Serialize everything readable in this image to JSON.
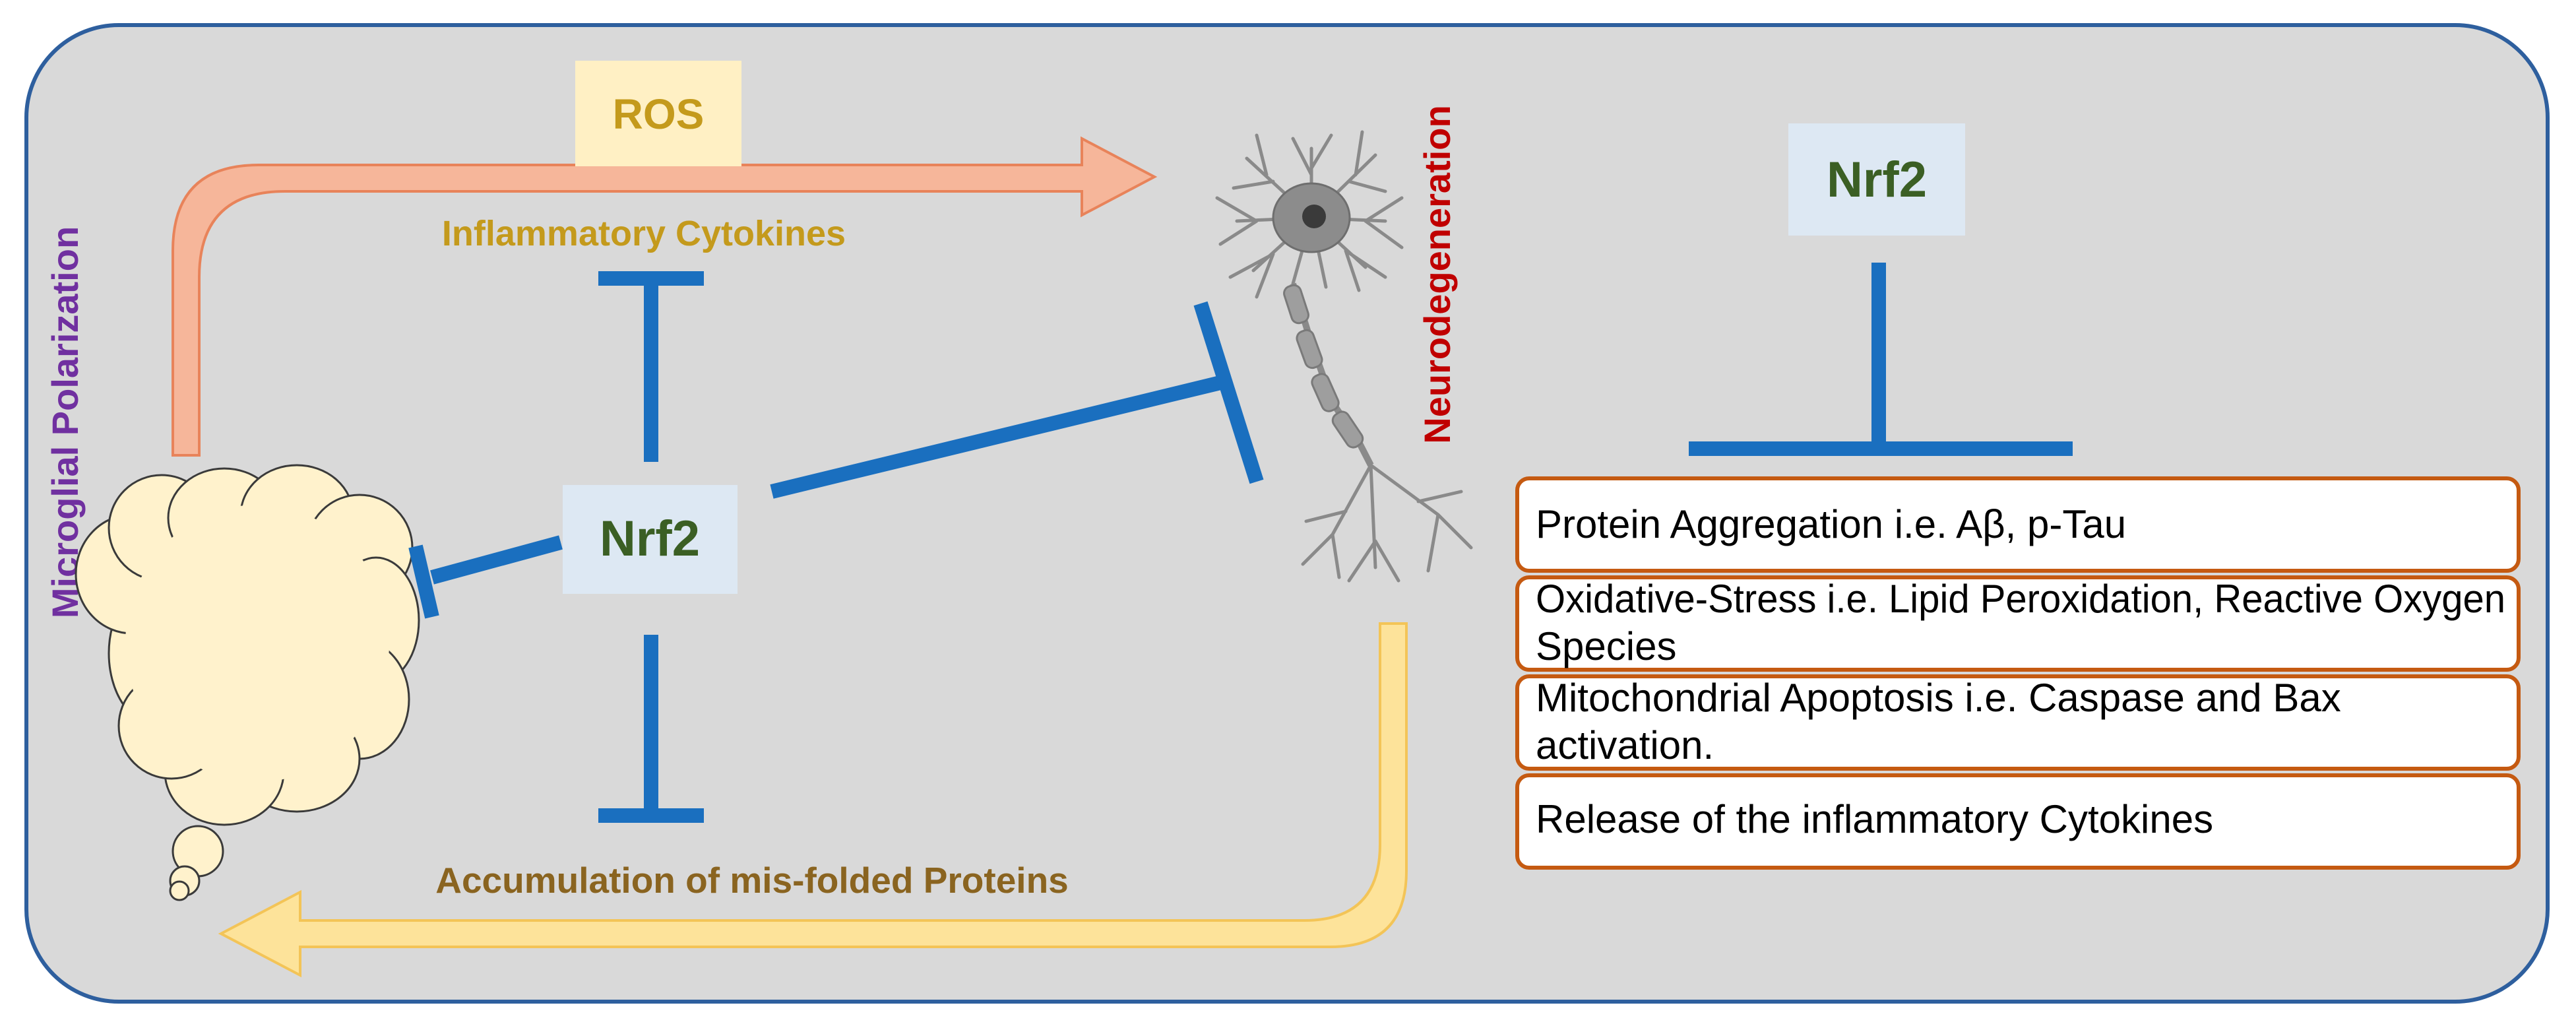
{
  "labels": {
    "ros": "ROS",
    "inflammatory_cytokines": "Inflammatory Cytokines",
    "microglial_polarization": "Microglial Polarization",
    "neurodegeneration": "Neurodegeneration",
    "nrf2_center": "Nrf2",
    "nrf2_right": "Nrf2",
    "misfolded_proteins": "Accumulation of mis-folded Proteins"
  },
  "effects": [
    {
      "lines": [
        "Protein Aggregation i.e. Aβ, p-Tau"
      ]
    },
    {
      "lines": [
        "Oxidative-Stress i.e. Lipid Peroxidation, Reactive Oxygen",
        "Species"
      ]
    },
    {
      "lines": [
        "Mitochondrial Apoptosis i.e. Caspase and Bax",
        "activation."
      ]
    },
    {
      "lines": [
        "Release of the inflammatory Cytokines"
      ]
    }
  ],
  "colors": {
    "panel_fill": "#d9d9d9",
    "panel_border": "#2e5f9e",
    "inhibit_line": "#1a6fbf",
    "arrow_top_fill": "#f6b69a",
    "arrow_top_stroke": "#e8835a",
    "arrow_bottom_fill": "#fde39a",
    "arrow_bottom_stroke": "#f3c457",
    "ros_box": "#fff0c4",
    "nrf2_box": "#dde8f3",
    "nrf2_text": "#3b5f24",
    "gold_text": "#c49a1c",
    "brown_text": "#8a6420",
    "purple_text": "#7030a0",
    "red_text": "#c00000",
    "effect_border": "#c55a11",
    "cloud_fill": "#fff2cc"
  }
}
